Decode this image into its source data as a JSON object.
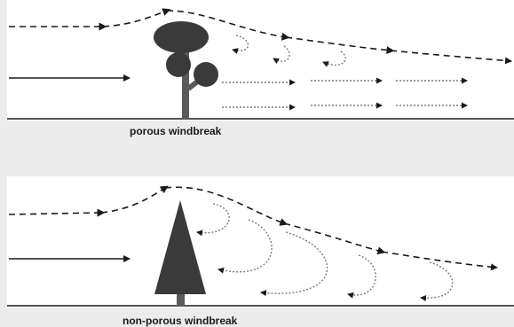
{
  "panels": [
    {
      "id": "porous",
      "label": "porous windbreak"
    },
    {
      "id": "nonporous",
      "label": "non-porous windbreak"
    }
  ],
  "colors": {
    "background": "#ececec",
    "panel": "#ffffff",
    "ink": "#1a1a1a",
    "dotted": "#7a7a7a",
    "tree_fill": "#3a3a3a",
    "trunk": "#5a5a5a"
  }
}
